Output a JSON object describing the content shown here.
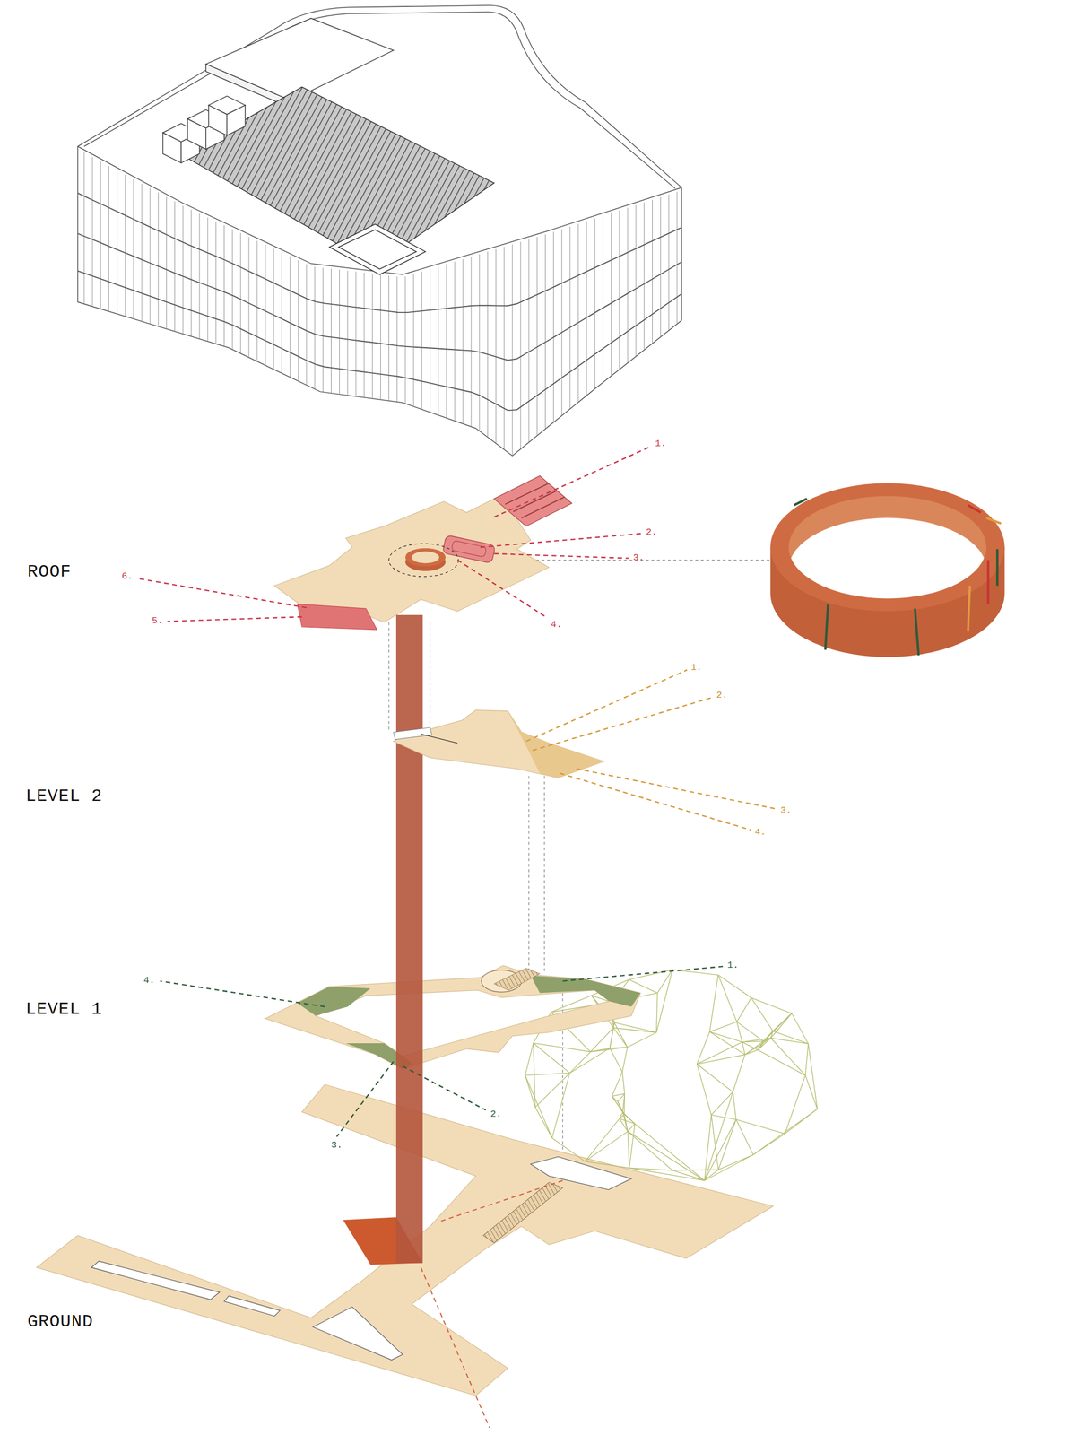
{
  "diagram": {
    "labels": [
      "1.",
      "2.",
      "3.",
      "ROOF",
      "6.",
      "5.",
      "4.",
      "1.",
      "2.",
      "LEVEL 2",
      "3.",
      "4.",
      "1.",
      "4.",
      "LEVEL 1",
      "2.",
      "3.",
      "GROUND"
    ]
  }
}
